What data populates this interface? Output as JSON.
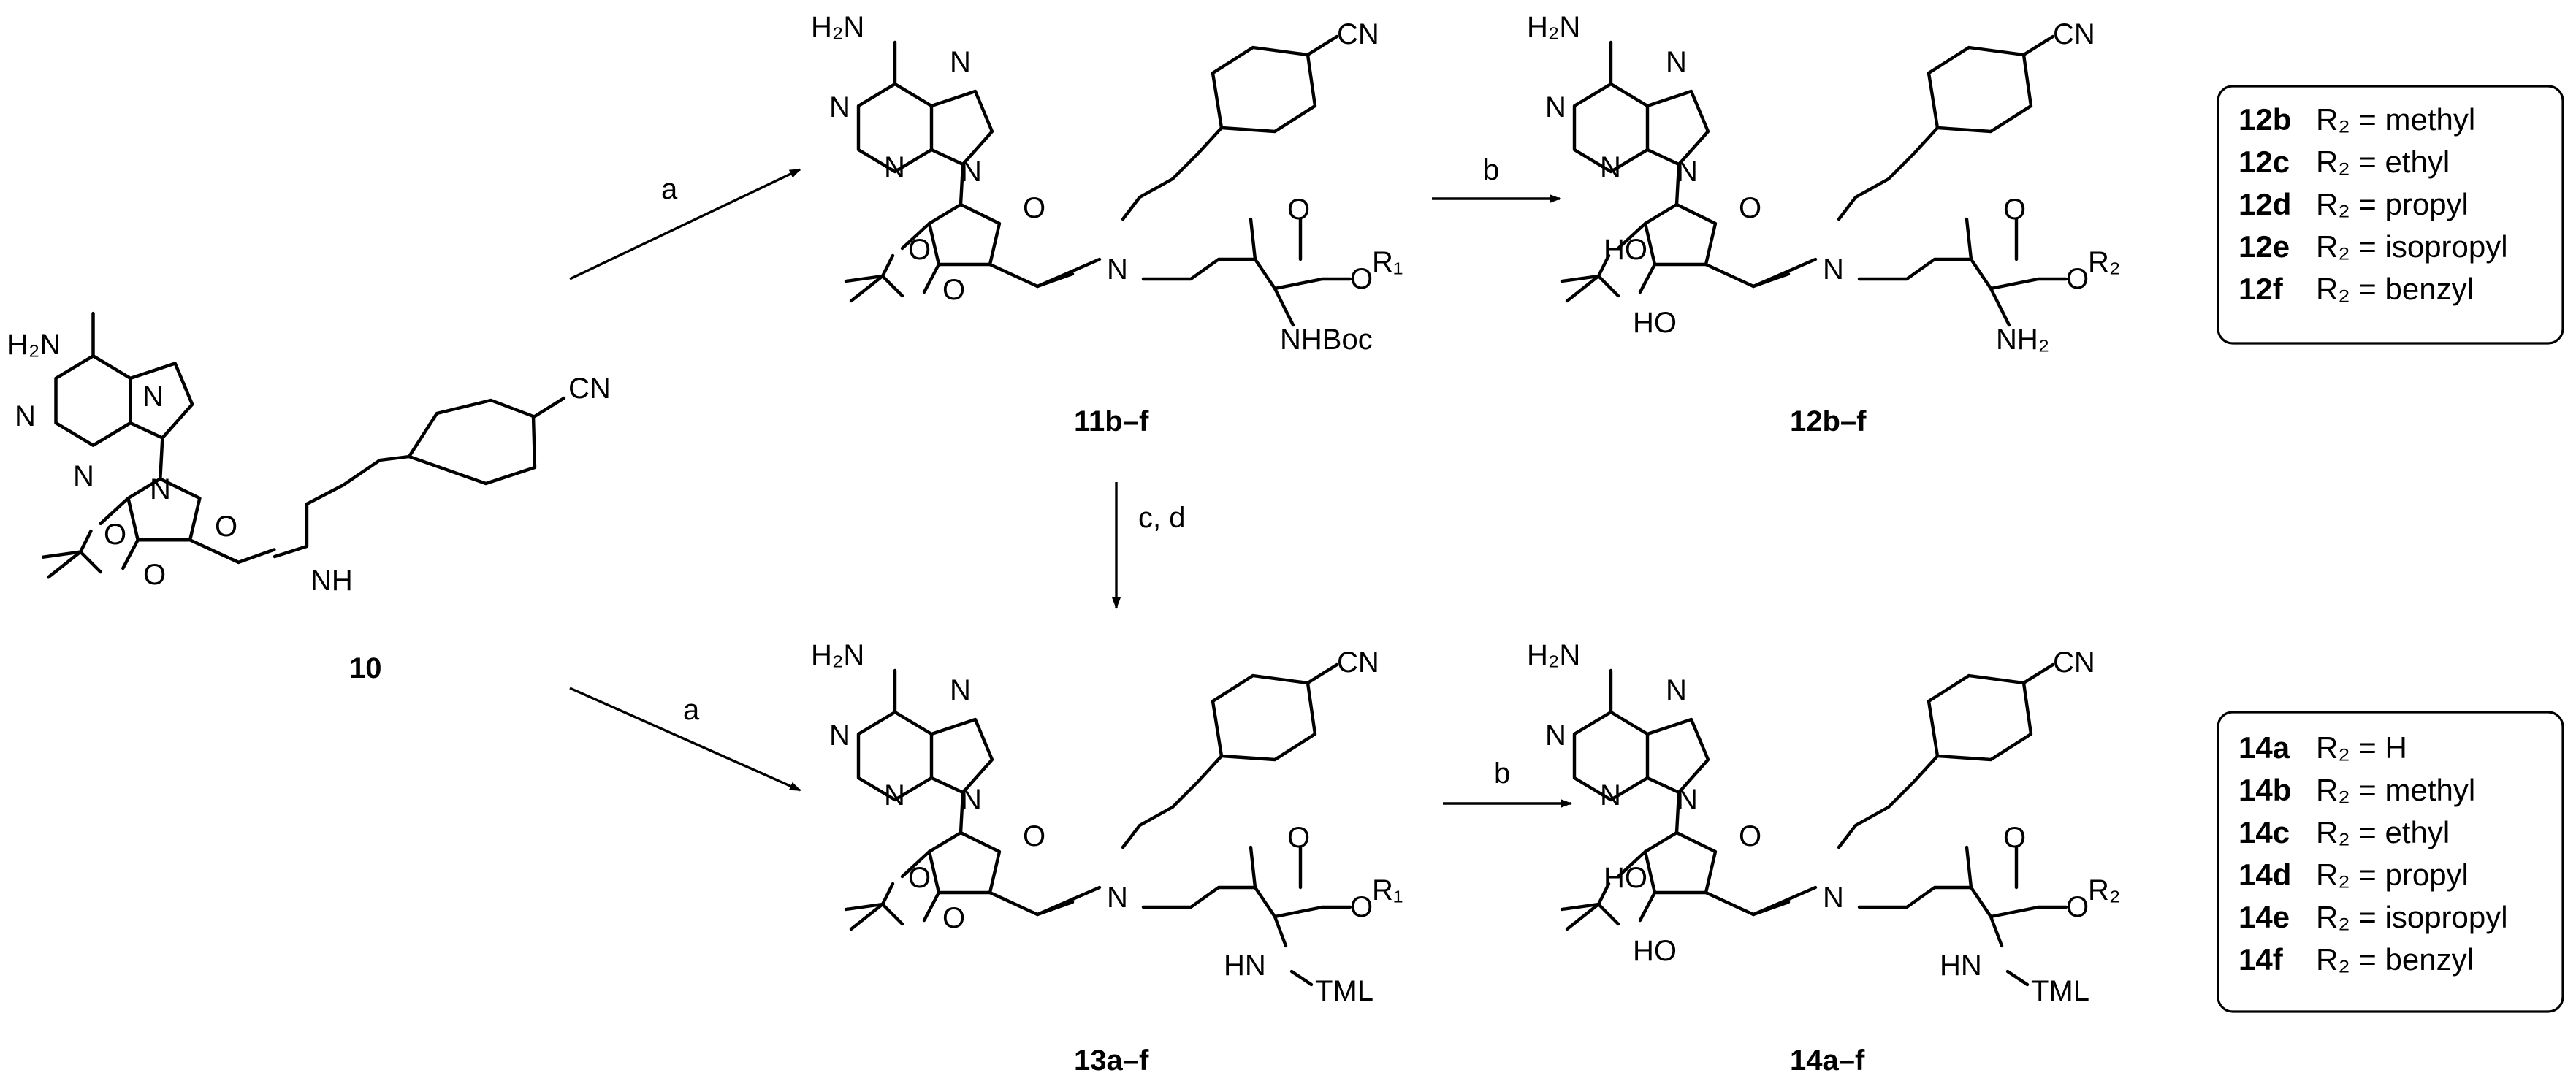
{
  "compounds": {
    "c10": "10",
    "c11": "11b–f",
    "c12": "12b–f",
    "c13": "13a–f",
    "c14": "14a–f"
  },
  "conditions": {
    "a_top": "a",
    "a_bottom": "a",
    "b_top": "b",
    "b_bottom": "b",
    "cd": "c, d"
  },
  "atoms": {
    "amine": "H₂N",
    "n": "N",
    "o": "O",
    "nh": "NH",
    "cn": "CN",
    "ho": "HO",
    "ester_r1": "R₁",
    "ester_r2": "R₂",
    "nhboc": "NHBoc",
    "nh2": "NH₂",
    "hn": "HN",
    "tml": "TML"
  },
  "box1": [
    {
      "id": "12b",
      "r": "R₂ = methyl"
    },
    {
      "id": "12c",
      "r": "R₂ = ethyl"
    },
    {
      "id": "12d",
      "r": "R₂ = propyl"
    },
    {
      "id": "12e",
      "r": "R₂ = isopropyl"
    },
    {
      "id": "12f",
      "r": "R₂ = benzyl"
    }
  ],
  "box2": [
    {
      "id": "14a",
      "r": "R₂ = H"
    },
    {
      "id": "14b",
      "r": "R₂ = methyl"
    },
    {
      "id": "14c",
      "r": "R₂ = ethyl"
    },
    {
      "id": "14d",
      "r": "R₂ = propyl"
    },
    {
      "id": "14e",
      "r": "R₂ = isopropyl"
    },
    {
      "id": "14f",
      "r": "R₂ = benzyl"
    }
  ]
}
